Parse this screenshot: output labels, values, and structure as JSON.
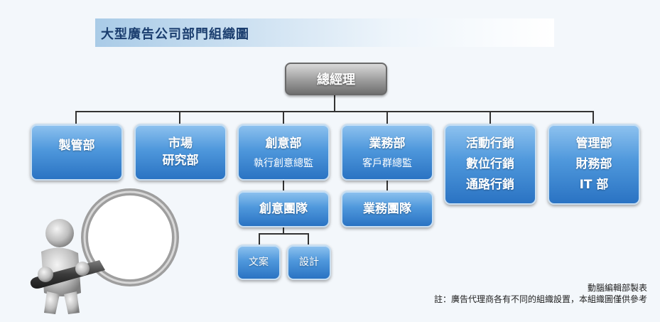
{
  "title": "大型廣告公司部門組織圖",
  "ceo": "總經理",
  "departments": [
    {
      "lines": [
        "製管部"
      ],
      "sub": ""
    },
    {
      "lines": [
        "市場",
        "研究部"
      ],
      "sub": ""
    },
    {
      "lines": [
        "創意部"
      ],
      "sub": "執行創意總監"
    },
    {
      "lines": [
        "業務部"
      ],
      "sub": "客戶群總監"
    },
    {
      "lines": [
        "活動行銷",
        "數位行銷",
        "通路行銷"
      ],
      "sub": ""
    },
    {
      "lines": [
        "管理部",
        "財務部",
        "IT 部"
      ],
      "sub": ""
    }
  ],
  "creative_team": "創意團隊",
  "sales_team": "業務團隊",
  "copywriting": "文案",
  "design": "設計",
  "footer_credit": "動腦編輯部製表",
  "footer_note": "註：廣告代理商各有不同的組織設置，本組織圖僅供參考"
}
